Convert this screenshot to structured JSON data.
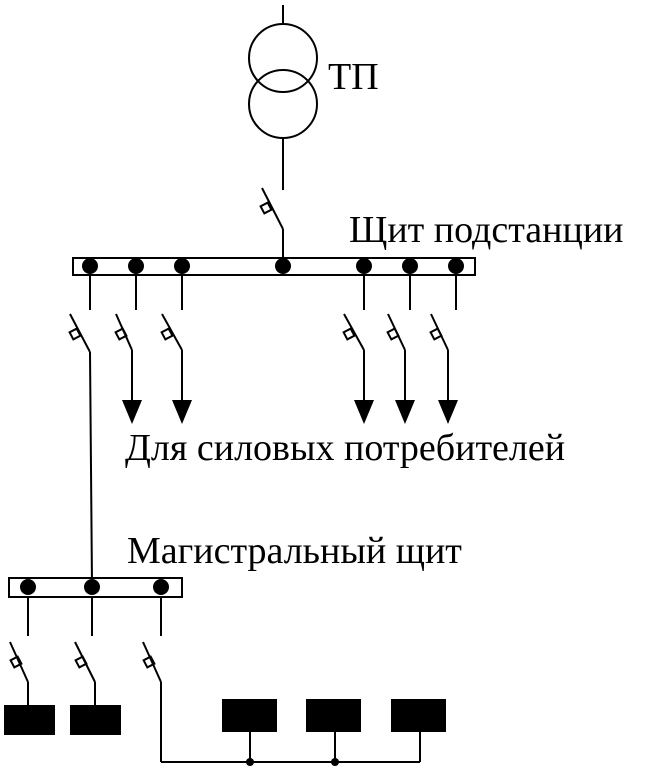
{
  "labels": {
    "transformer": "ТП",
    "substation_panel": "Щит подстанции",
    "power_consumers": "Для силовых потребителей",
    "main_panel": "Магистральный щит"
  }
}
